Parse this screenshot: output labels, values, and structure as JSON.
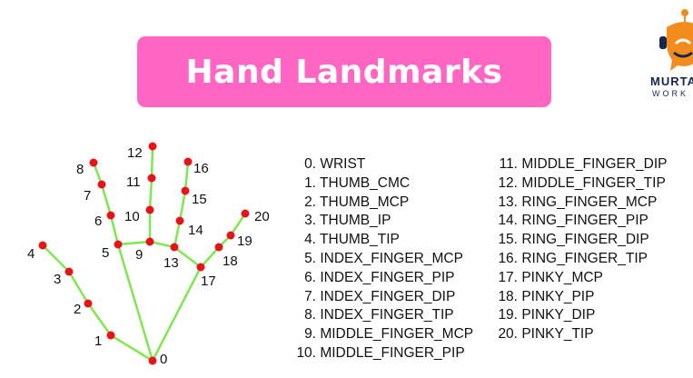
{
  "title": "Hand Landmarks",
  "logo": {
    "text": "MURTA",
    "subtext": "WORK",
    "icon": "robot-head-icon"
  },
  "colors": {
    "banner": "#ff66c4",
    "node": "#e8121a",
    "edge": "#7ee84e"
  },
  "landmarks": [
    {
      "index": "0.",
      "name": "WRIST"
    },
    {
      "index": "1.",
      "name": "THUMB_CMC"
    },
    {
      "index": "2.",
      "name": "THUMB_MCP"
    },
    {
      "index": "3.",
      "name": "THUMB_IP"
    },
    {
      "index": "4.",
      "name": "THUMB_TIP"
    },
    {
      "index": "5.",
      "name": "INDEX_FINGER_MCP"
    },
    {
      "index": "6.",
      "name": "INDEX_FINGER_PIP"
    },
    {
      "index": "7.",
      "name": "INDEX_FINGER_DIP"
    },
    {
      "index": "8.",
      "name": "INDEX_FINGER_TIP"
    },
    {
      "index": "9.",
      "name": "MIDDLE_FINGER_MCP"
    },
    {
      "index": "10.",
      "name": "MIDDLE_FINGER_PIP"
    },
    {
      "index": "11.",
      "name": "MIDDLE_FINGER_DIP"
    },
    {
      "index": "12.",
      "name": "MIDDLE_FINGER_TIP"
    },
    {
      "index": "13.",
      "name": "RING_FINGER_MCP"
    },
    {
      "index": "14.",
      "name": "RING_FINGER_PIP"
    },
    {
      "index": "15.",
      "name": "RING_FINGER_DIP"
    },
    {
      "index": "16.",
      "name": "RING_FINGER_TIP"
    },
    {
      "index": "17.",
      "name": "PINKY_MCP"
    },
    {
      "index": "18.",
      "name": "PINKY_PIP"
    },
    {
      "index": "19.",
      "name": "PINKY_DIP"
    },
    {
      "index": "20.",
      "name": "PINKY_TIP"
    }
  ],
  "node_labels": [
    "0",
    "1",
    "2",
    "3",
    "4",
    "5",
    "6",
    "7",
    "8",
    "9",
    "10",
    "11",
    "12",
    "13",
    "14",
    "15",
    "16",
    "17",
    "18",
    "19",
    "20"
  ]
}
